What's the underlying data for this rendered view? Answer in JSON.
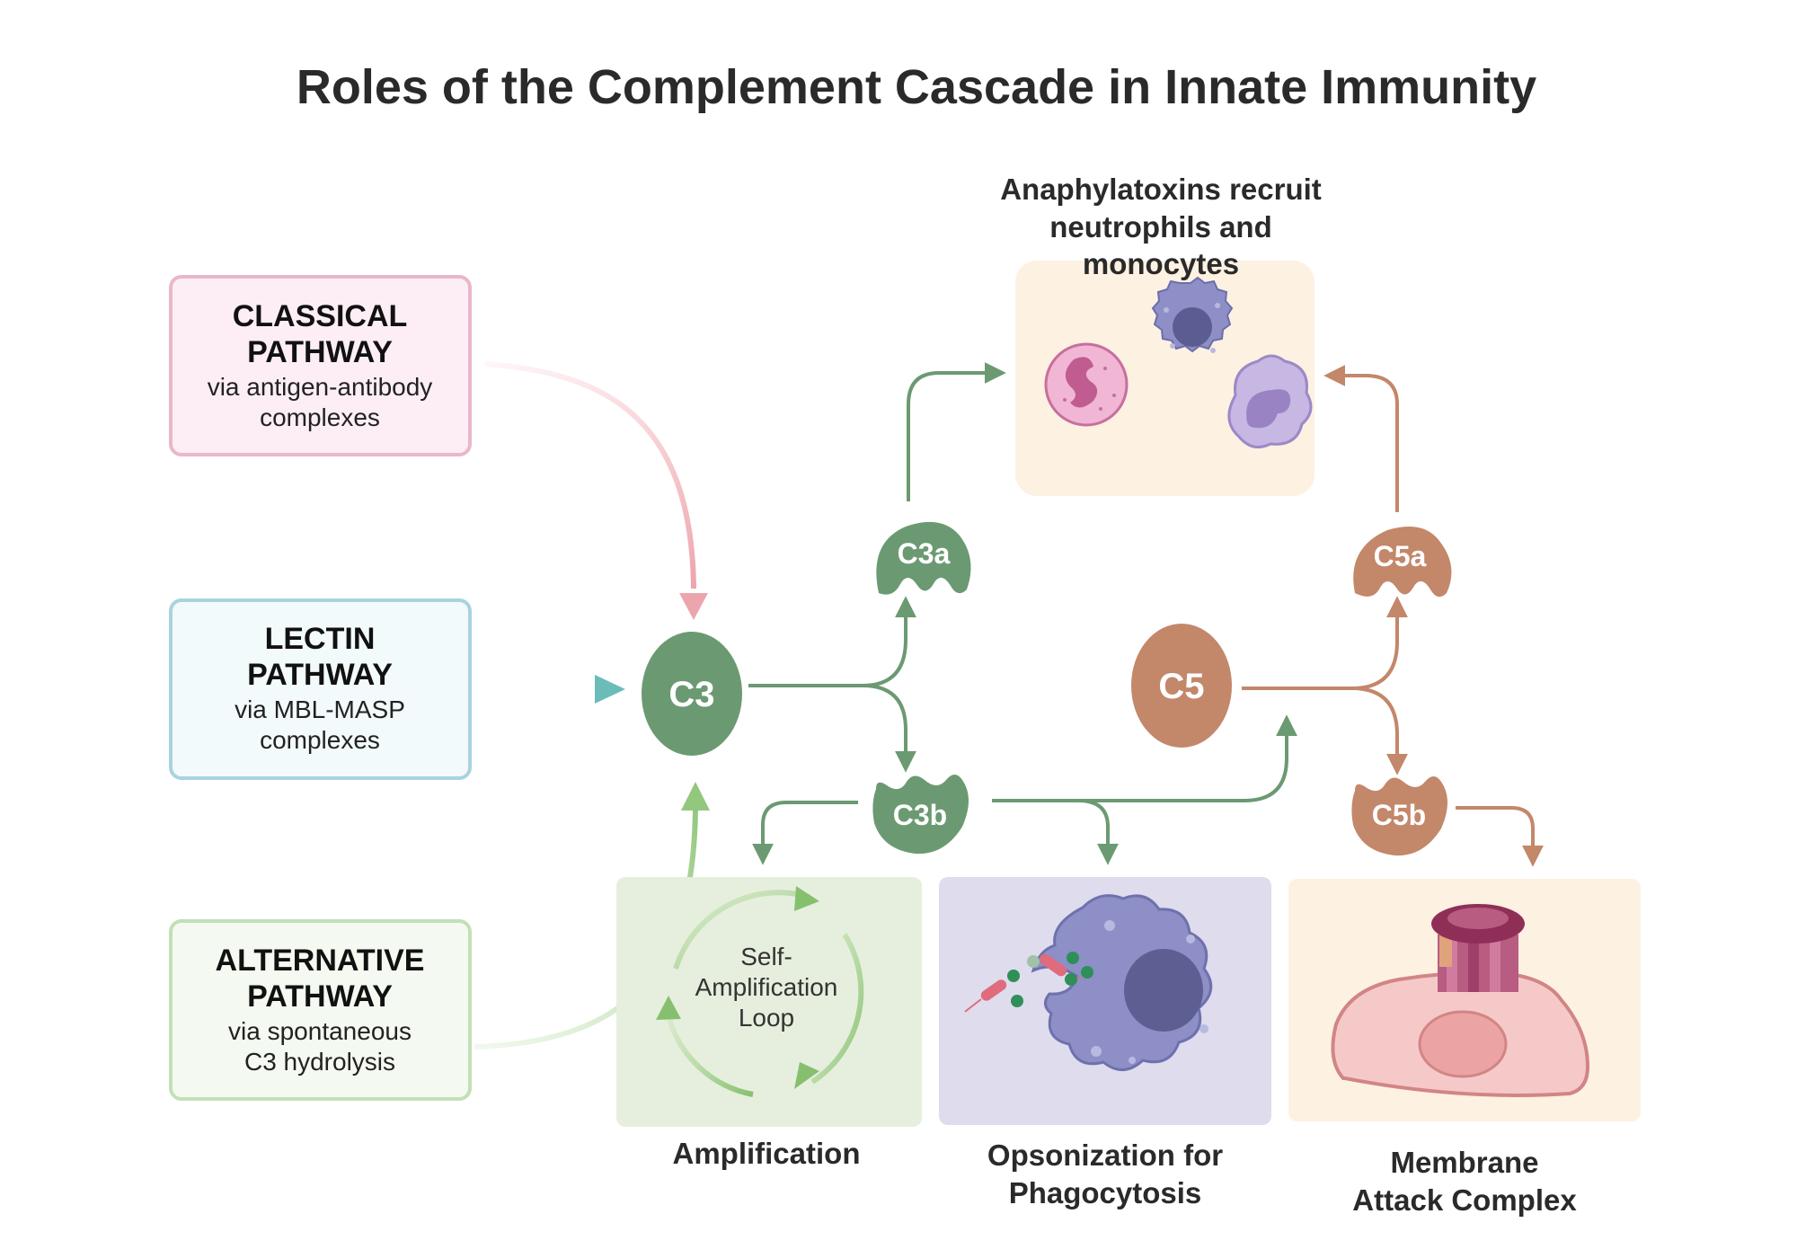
{
  "title": "Roles of the Complement Cascade in Innate Immunity",
  "pathways": [
    {
      "title_line1": "CLASSICAL",
      "title_line2": "PATHWAY",
      "sub_line1": "via antigen-antibody",
      "sub_line2": "complexes",
      "color": "#e9a4b8",
      "fill": "#fdeef5"
    },
    {
      "title_line1": "LECTIN",
      "title_line2": "PATHWAY",
      "sub_line1": "via MBL-MASP",
      "sub_line2": "complexes",
      "color": "#a9d3df",
      "fill": "#f3fafc"
    },
    {
      "title_line1": "ALTERNATIVE",
      "title_line2": "PATHWAY",
      "sub_line1": "via spontaneous",
      "sub_line2": "C3 hydrolysis",
      "color": "#bfdfb4",
      "fill": "#f4faf1"
    }
  ],
  "nodes": {
    "c3": "C3",
    "c3a": "C3a",
    "c3b": "C3b",
    "c5": "C5",
    "c5a": "C5a",
    "c5b": "C5b"
  },
  "anaphylatoxins_caption": [
    "Anaphylatoxins recruit",
    "neutrophils and",
    "monocytes"
  ],
  "loop_text": [
    "Self-",
    "Amplification",
    "Loop"
  ],
  "captions": {
    "amplification": "Amplification",
    "opsonization": [
      "Opsonization for",
      "Phagocytosis"
    ],
    "mac": [
      "Membrane",
      "Attack Complex"
    ]
  },
  "colors": {
    "green": "#6b9a72",
    "brown": "#c3876a",
    "pink_arrow": "#f0b3b8",
    "teal_arrow": "#7cc2c0",
    "light_green_arrow": "#9ccc88",
    "anaphylatoxin_panel": "#fdf1e2",
    "amplification_panel": "#e6efdd",
    "opsonization_panel": "#dedced",
    "mac_panel": "#fdf1e2"
  },
  "icons": [
    "neutrophil-icon",
    "monocyte-icon",
    "macrophage-icon",
    "bacteria-icon",
    "mac-pore-icon",
    "host-cell-icon"
  ]
}
